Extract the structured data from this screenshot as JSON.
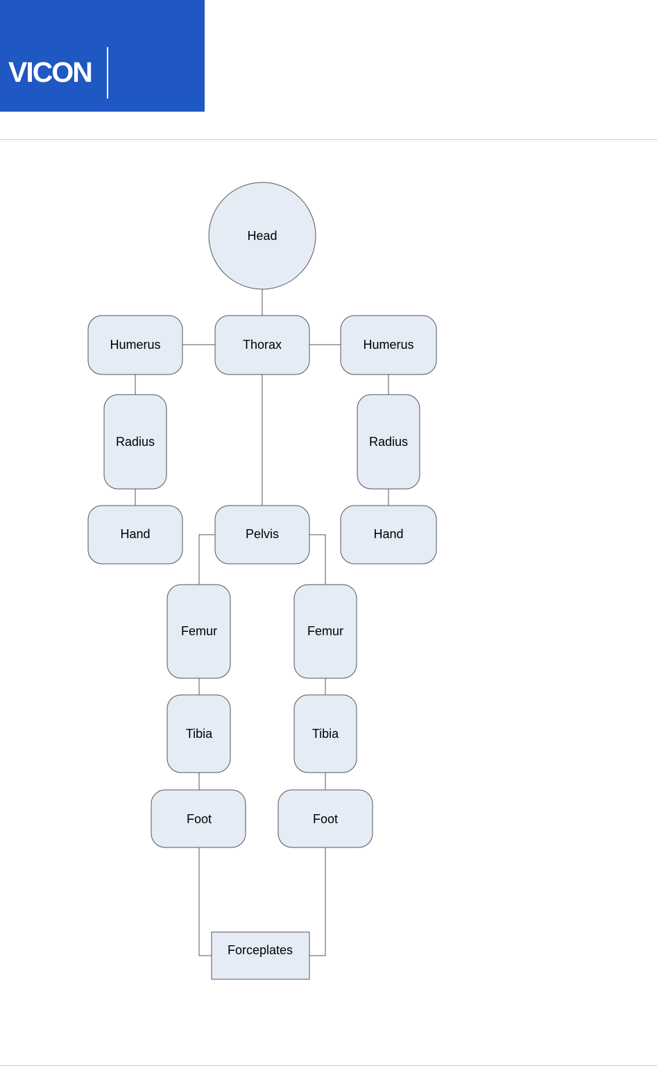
{
  "logo": {
    "text": "VICON"
  },
  "colors": {
    "brand": "#1f57c3",
    "node_fill": "#e5ecf6",
    "node_stroke": "#555555",
    "connector": "#555555"
  },
  "nodes": {
    "head": "Head",
    "thorax": "Thorax",
    "humerus_left": "Humerus",
    "humerus_right": "Humerus",
    "radius_left": "Radius",
    "radius_right": "Radius",
    "hand_left": "Hand",
    "hand_right": "Hand",
    "pelvis": "Pelvis",
    "femur_left": "Femur",
    "femur_right": "Femur",
    "tibia_left": "Tibia",
    "tibia_right": "Tibia",
    "foot_left": "Foot",
    "foot_right": "Foot",
    "forceplates": "Forceplates"
  }
}
